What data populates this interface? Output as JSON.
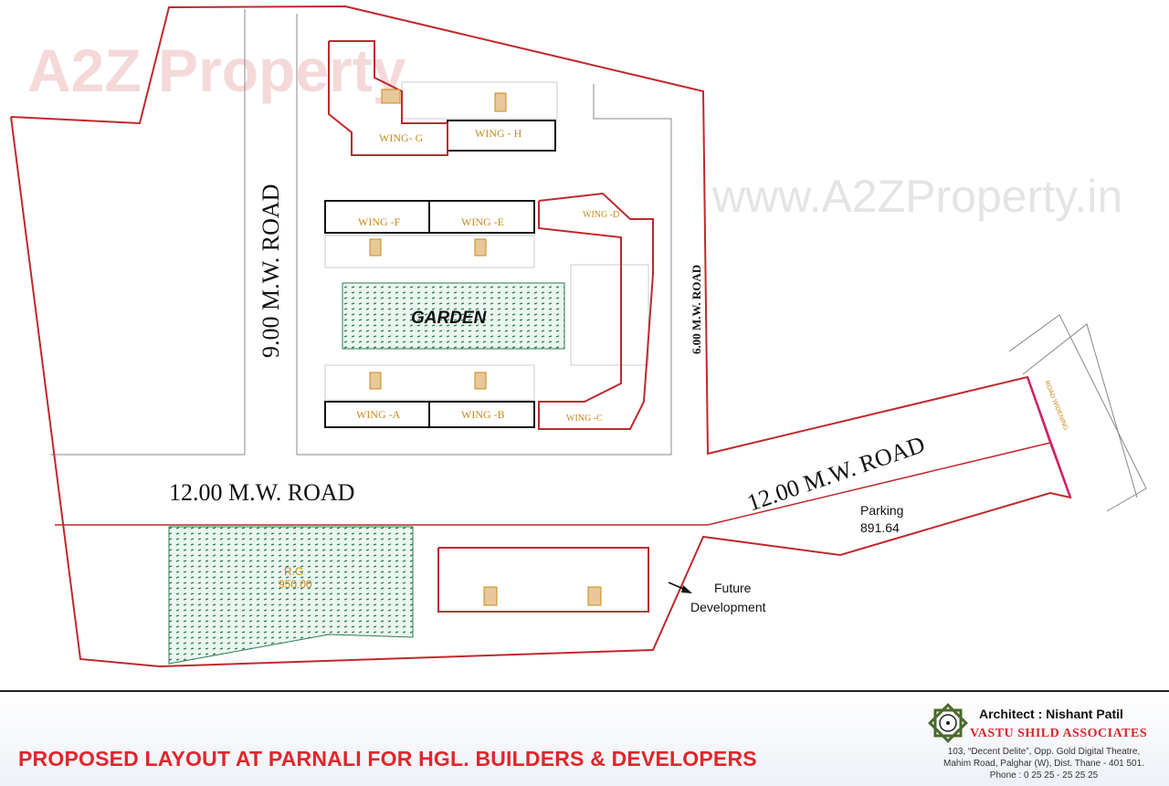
{
  "watermark": {
    "brand": "A2Z Property",
    "url": "www.A2ZProperty.in"
  },
  "roads": {
    "road_9m": "9.00 M.W. ROAD",
    "road_6m": "6.00 M.W. ROAD",
    "road_12m_left": "12.00 M.W. ROAD",
    "road_12m_right": "12.00 M.W. ROAD",
    "road_widening": "ROAD WIDENING"
  },
  "areas": {
    "garden": "GARDEN",
    "rg_label": "R.G",
    "rg_area": "950.00",
    "parking_label": "Parking",
    "parking_area": "891.64",
    "future_line1": "Future",
    "future_line2": "Development"
  },
  "wings": {
    "a": "WING -A",
    "b": "WING -B",
    "c": "WING -C",
    "d": "WING -D",
    "e": "WING -E",
    "f": "WING -F",
    "g": "WING- G",
    "h": "WING - H"
  },
  "footer": {
    "title": "PROPOSED LAYOUT AT PARNALI FOR HGL. BUILDERS & DEVELOPERS",
    "architect": "Architect : Nishant Patil",
    "firm": "VASTU SHILD ASSOCIATES",
    "address_line1": "103, “Decent Delite”, Opp. Gold Digital Theatre,",
    "address_line2": "Mahim Road, Palghar (W), Dist. Thane - 401 501.",
    "phone": "Phone : 0 25 25 - 25 25 25"
  },
  "colors": {
    "boundary": "#c0282d",
    "building_outline": "#111111",
    "label": "#c98a1a",
    "garden_hatch": "#2f7a55",
    "title": "#e0262b"
  }
}
